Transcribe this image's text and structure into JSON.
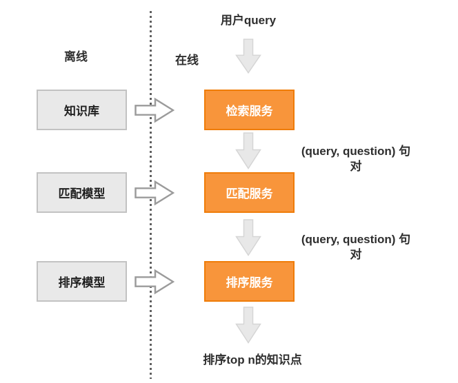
{
  "diagram": {
    "top_label": "用户query",
    "section_labels": {
      "offline": "离线",
      "online": "在线"
    },
    "offline_boxes": [
      "知识库",
      "匹配模型",
      "排序模型"
    ],
    "online_boxes": [
      "检索服务",
      "匹配服务",
      "排序服务"
    ],
    "pair_labels": [
      {
        "line1": "(query, question) 句",
        "line2": "对"
      },
      {
        "line1": "(query, question) 句",
        "line2": "对"
      }
    ],
    "bottom_label": "排序top n的知识点",
    "colors": {
      "service_box_fill": "#F8953B",
      "service_box_border": "#EF7C08",
      "model_box_fill": "#E9E9E9",
      "model_box_border": "#C2C2C2",
      "arrow_fill": "#E8E8E8",
      "arrow_border": "#D5D5D5",
      "hollow_arrow_border": "#9B9B9B",
      "divider": "#606060",
      "text": "#2E2E2E"
    }
  }
}
